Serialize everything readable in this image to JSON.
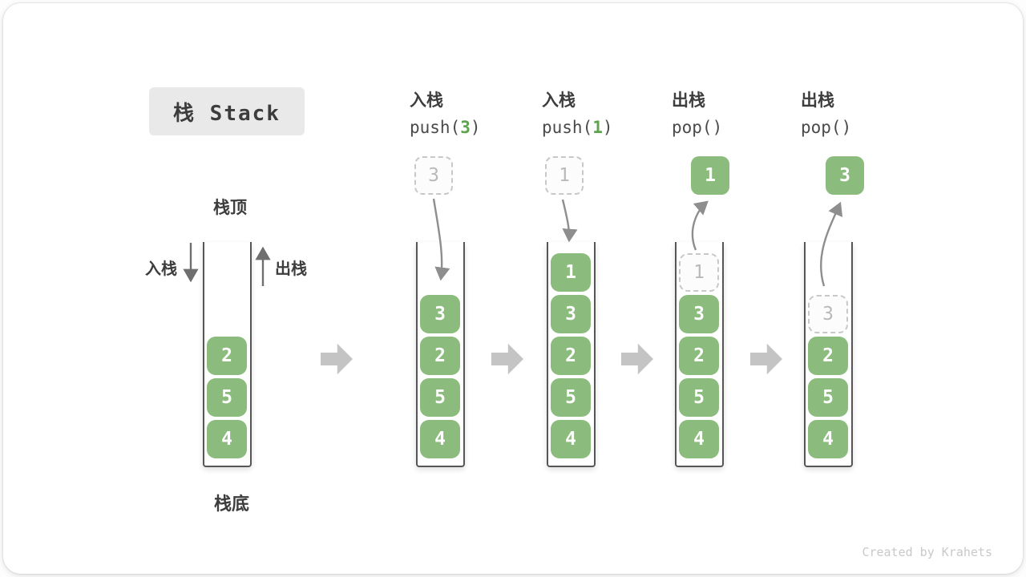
{
  "page": {
    "title": "栈 Stack",
    "watermark": "Created by Krahets"
  },
  "legend": {
    "stack_top": "栈顶",
    "stack_bottom": "栈底",
    "push_label": "入栈",
    "pop_label": "出栈"
  },
  "colors": {
    "cell_green": "#8cbb7e",
    "code_green": "#5fa24f",
    "block_arrow_gray": "#c4c4c4",
    "curve_arrow_gray": "#8e8e8e",
    "inout_arrow_gray": "#6f6f6f"
  },
  "steps": [
    {
      "cells": [
        {
          "v": "2",
          "slot": 2
        },
        {
          "v": "5",
          "slot": 3
        },
        {
          "v": "4",
          "slot": 4
        }
      ]
    },
    {
      "op_cn": "入栈",
      "fn": "push",
      "arg": "3",
      "floating": {
        "v": "3",
        "ghost": true
      },
      "cells": [
        {
          "v": "3",
          "slot": 1
        },
        {
          "v": "2",
          "slot": 2
        },
        {
          "v": "5",
          "slot": 3
        },
        {
          "v": "4",
          "slot": 4
        }
      ]
    },
    {
      "op_cn": "入栈",
      "fn": "push",
      "arg": "1",
      "floating": {
        "v": "1",
        "ghost": true
      },
      "cells": [
        {
          "v": "1",
          "slot": 0
        },
        {
          "v": "3",
          "slot": 1
        },
        {
          "v": "2",
          "slot": 2
        },
        {
          "v": "5",
          "slot": 3
        },
        {
          "v": "4",
          "slot": 4
        }
      ]
    },
    {
      "op_cn": "出栈",
      "fn": "pop",
      "arg": "",
      "floating": {
        "v": "1",
        "ghost": false
      },
      "cells": [
        {
          "v": "1",
          "slot": 0,
          "ghost": true
        },
        {
          "v": "3",
          "slot": 1
        },
        {
          "v": "2",
          "slot": 2
        },
        {
          "v": "5",
          "slot": 3
        },
        {
          "v": "4",
          "slot": 4
        }
      ]
    },
    {
      "op_cn": "出栈",
      "fn": "pop",
      "arg": "",
      "floating": {
        "v": "3",
        "ghost": false
      },
      "cells": [
        {
          "v": "3",
          "slot": 1,
          "ghost": true
        },
        {
          "v": "2",
          "slot": 2
        },
        {
          "v": "5",
          "slot": 3
        },
        {
          "v": "4",
          "slot": 4
        }
      ]
    }
  ]
}
